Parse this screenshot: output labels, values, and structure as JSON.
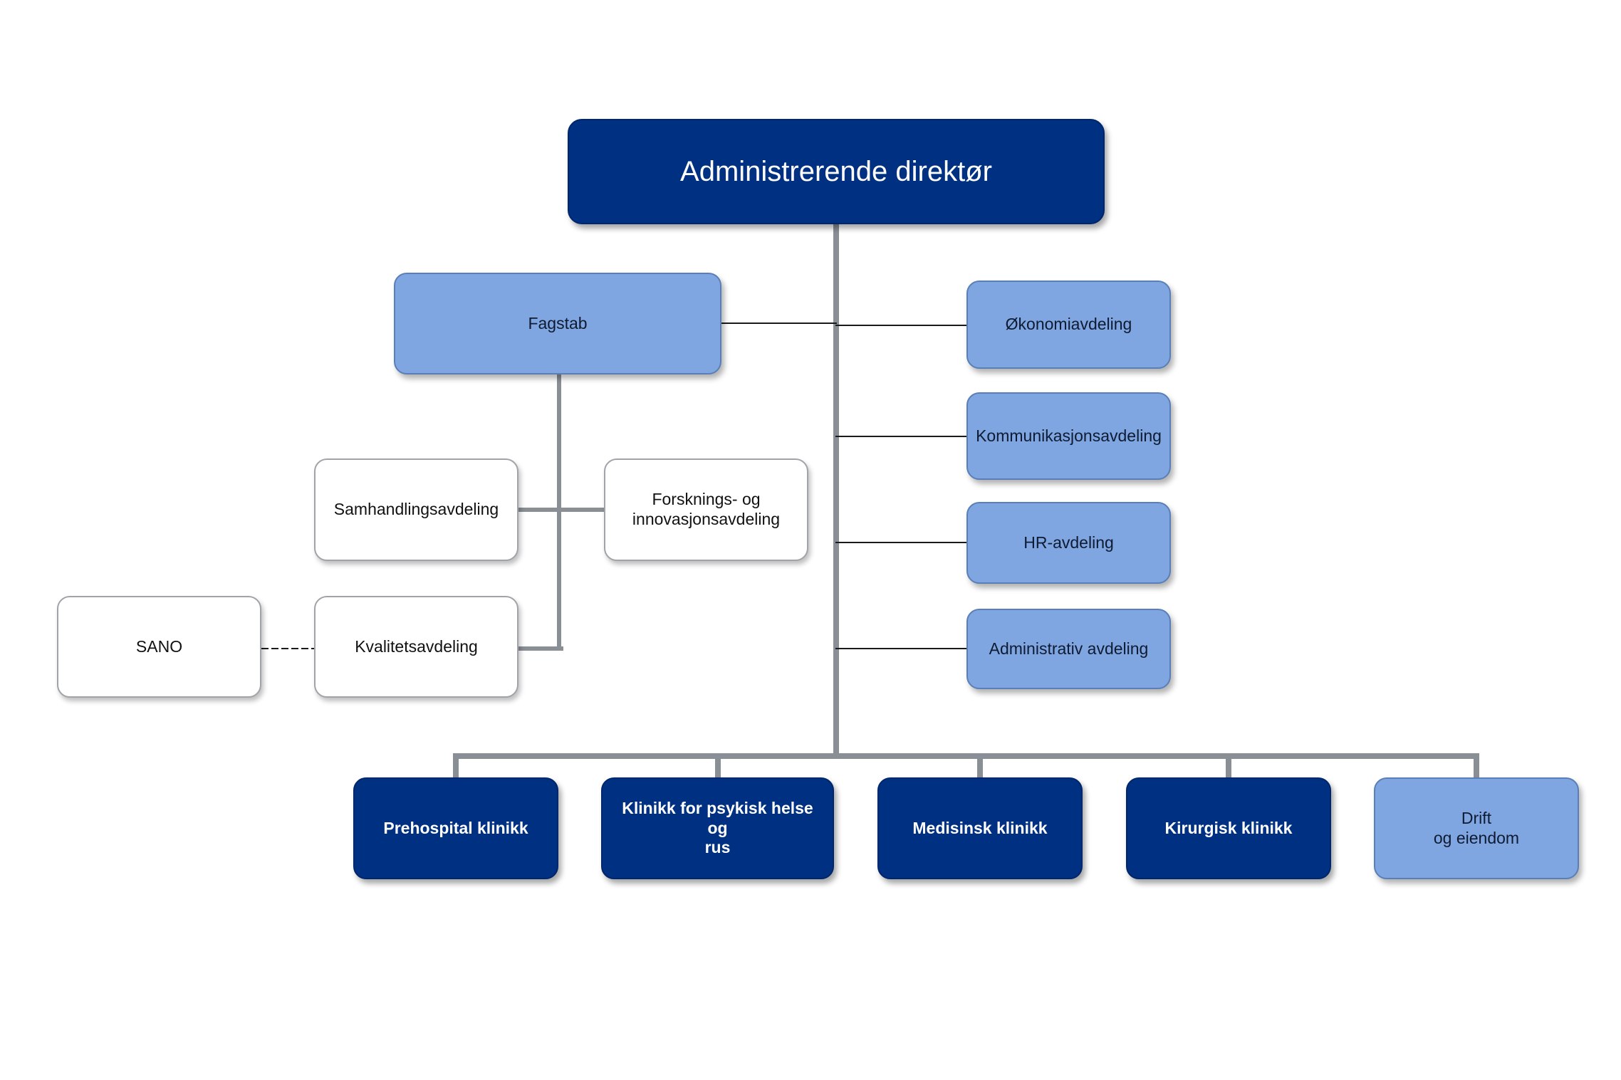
{
  "colors": {
    "dark_box": "#003082",
    "light_box": "#7fa6e0",
    "white_box": "#ffffff",
    "connector": "#8a8f96",
    "thin_connector": "#1a1a1a"
  },
  "top": {
    "label": "Administrerende direktør"
  },
  "staff": {
    "fagstab": "Fagstab",
    "samhandling": "Samhandlingsavdeling",
    "forskning": "Forsknings- og\ninnovasjonsavdeling",
    "kvalitet": "Kvalitetsavdeling",
    "sano": "SANO"
  },
  "departments": {
    "okonomi": "Økonomiavdeling",
    "kommunikasjon": "Kommunikasjonsavdeling",
    "hr": "HR-avdeling",
    "administrativ": "Administrativ avdeling"
  },
  "clinics": {
    "prehospital": "Prehospital klinikk",
    "psykisk": "Klinikk for psykisk helse og\nrus",
    "medisinsk": "Medisinsk klinikk",
    "kirurgisk": "Kirurgisk klinikk",
    "drift": "Drift\nog eiendom"
  }
}
